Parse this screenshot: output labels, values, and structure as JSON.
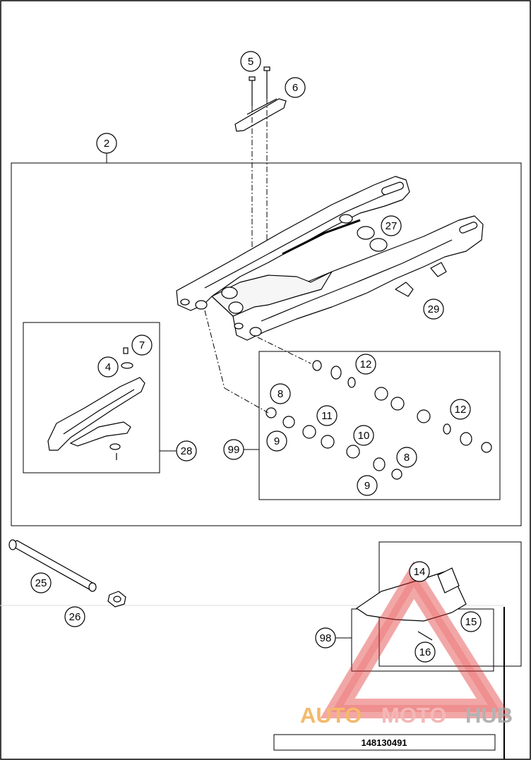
{
  "callouts": {
    "c2": "2",
    "c5": "5",
    "c6": "6",
    "c27": "27",
    "c29": "29",
    "c7": "7",
    "c4": "4",
    "c28": "28",
    "c12a": "12",
    "c12b": "12",
    "c8a": "8",
    "c8b": "8",
    "c11": "11",
    "c9a": "9",
    "c9b": "9",
    "c10": "10",
    "c99": "99",
    "c25": "25",
    "c26": "26",
    "c14": "14",
    "c15": "15",
    "c16": "16",
    "c98": "98"
  },
  "watermark": {
    "part1": "AUTO",
    "part2": "MOTO",
    "part3": "HUB"
  },
  "doc_id": "148130491",
  "colors": {
    "line": "#000000",
    "watermark_red": "#e02a2a",
    "watermark_orange": "#f2a23a",
    "watermark_pink": "#f1a0a0",
    "watermark_gray": "#9a9a9a"
  }
}
